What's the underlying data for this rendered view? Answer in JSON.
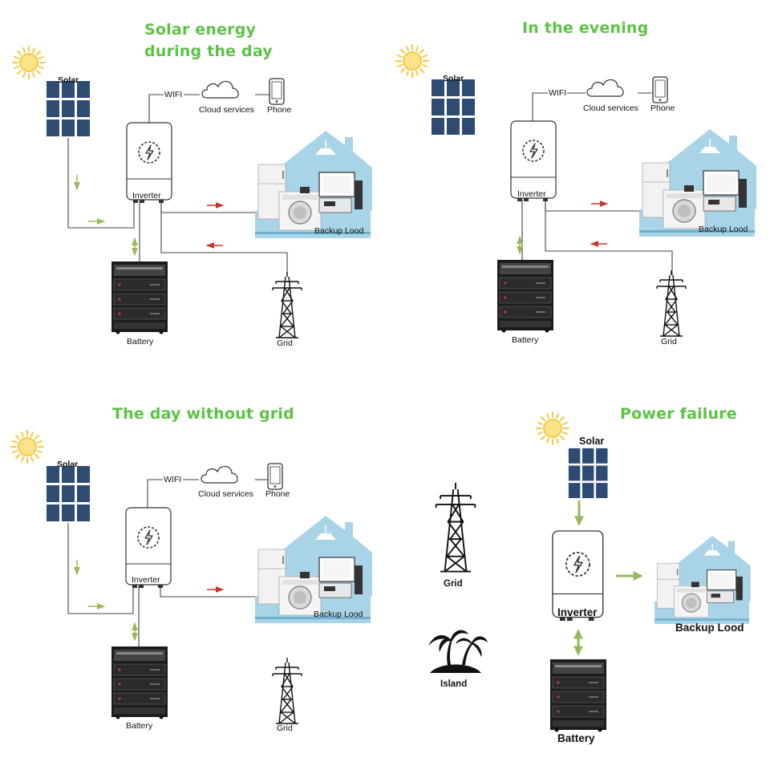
{
  "scenarios": [
    {
      "title_line1": "Solar energy",
      "title_line2": "during the day",
      "labels": {
        "solar": "Solar",
        "wifi": "WIFI",
        "cloud": "Cloud services",
        "phone": "Phone",
        "inverter": "Inverter",
        "backup_load": "Backup Lood",
        "battery": "Battery",
        "grid": "Grid"
      }
    },
    {
      "title_line1": "In the evening",
      "labels": {
        "solar": "Solar",
        "wifi": "WIFI",
        "cloud": "Cloud services",
        "phone": "Phone",
        "inverter": "Inverter",
        "backup_load": "Backup Lood",
        "battery": "Battery",
        "grid": "Grid"
      }
    },
    {
      "title_line1": "The day without grid",
      "labels": {
        "solar": "Solar",
        "wifi": "WIFI",
        "cloud": "Cloud services",
        "phone": "Phone",
        "inverter": "Inverter",
        "backup_load": "Backup Lood",
        "battery": "Battery",
        "grid": "Grid"
      }
    },
    {
      "title_line1": "Power failure",
      "labels": {
        "solar": "Solar",
        "inverter": "Inverter",
        "backup_load": "Backup Lood",
        "battery": "Battery",
        "grid": "Grid",
        "island": "Island"
      }
    }
  ],
  "colors": {
    "title_green": "#5cc246",
    "flow_green": "#9ab85a",
    "flow_red": "#c0392b",
    "panel_blue": "#2e4b74",
    "house_blue": "#a9d3e6",
    "sun_yellow": "#f6c845"
  }
}
